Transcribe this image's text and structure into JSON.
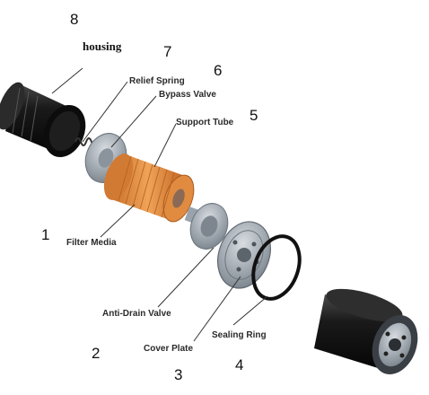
{
  "labels": {
    "housing": "housing",
    "relief_spring": "Relief Spring",
    "bypass_valve": "Bypass Valve",
    "support_tube": "Support Tube",
    "filter_media": "Filter Media",
    "anti_drain_valve": "Anti-Drain Valve",
    "cover_plate": "Cover Plate",
    "sealing_ring": "Sealing Ring"
  },
  "numbers": {
    "n1": "1",
    "n2": "2",
    "n3": "3",
    "n4": "4",
    "n5": "5",
    "n6": "6",
    "n7": "7",
    "n8": "8"
  },
  "colors": {
    "housing_black": "#1c1c1c",
    "filter_orange": "#e8944a",
    "metal_gray": "#9aa3ad",
    "ring_black": "#111111"
  }
}
